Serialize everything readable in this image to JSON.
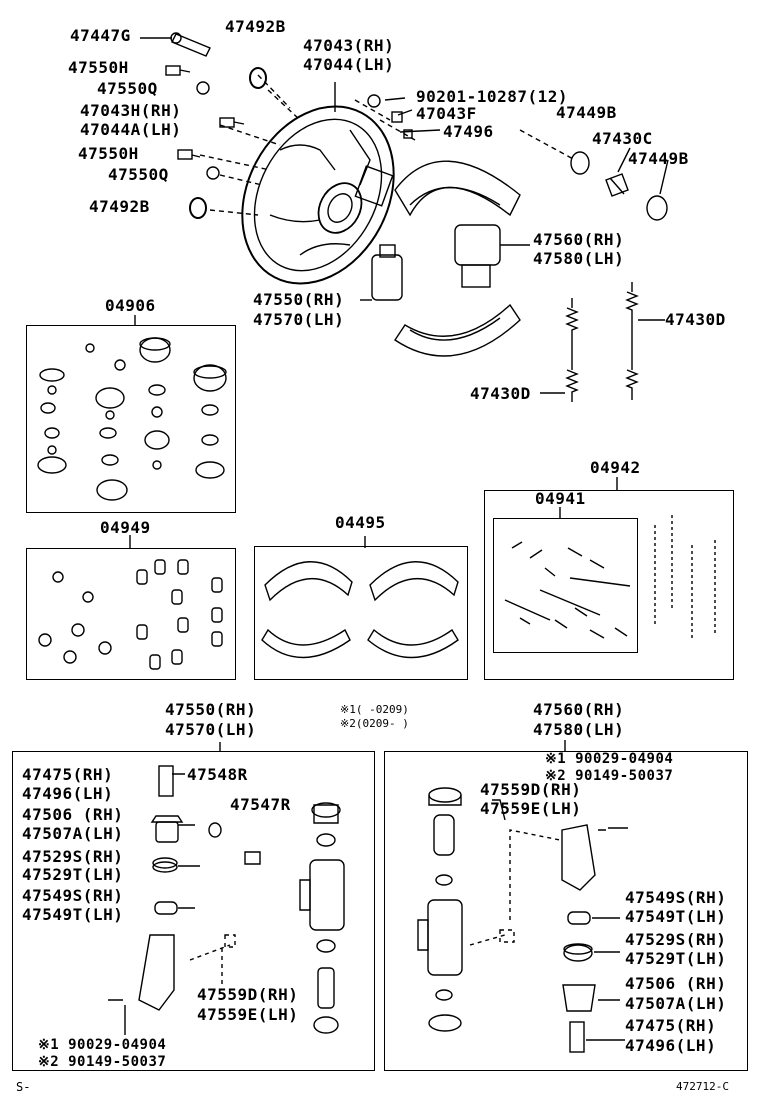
{
  "labels": {
    "l47447G": "47447G",
    "l47492B_a": "47492B",
    "l47043RH": "47043(RH)",
    "l47044LH": "47044(LH)",
    "l47550H_a": "47550H",
    "l47550Q_a": "47550Q",
    "l90201": "90201-10287(12)",
    "l47043H": "47043H(RH)",
    "l47043F": "47043F",
    "l47449B_a": "47449B",
    "l47044A": "47044A(LH)",
    "l47496_top": "47496",
    "l47430C": "47430C",
    "l47550H_b": "47550H",
    "l47449B_b": "47449B",
    "l47550Q_b": "47550Q",
    "l47492B_b": "47492B",
    "l47560RH_top": "47560(RH)",
    "l47580LH_top": "47580(LH)",
    "l04906": "04906",
    "l47550RH_mid": "47550(RH)",
    "l47570LH_mid": "47570(LH)",
    "l47430D_a": "47430D",
    "l47430D_b": "47430D",
    "l04942": "04942",
    "l04941": "04941",
    "l04949": "04949",
    "l04495": "04495",
    "l47550RH_bot": "47550(RH)",
    "l47570LH_bot": "47570(LH)",
    "l47560RH_bot": "47560(RH)",
    "l47580LH_bot": "47580(LH)",
    "note1": "※1(    -0209)",
    "note2": "※2(0209-    )",
    "l47475RH_L": "47475(RH)",
    "l47496LH_L": "47496(LH)",
    "l47548R": "47548R",
    "l47547R": "47547R",
    "l47506RH_L": "47506 (RH)",
    "l47507ALH_L": "47507A(LH)",
    "l47529SRH_L": "47529S(RH)",
    "l47529TLH_L": "47529T(LH)",
    "l47549SRH_L": "47549S(RH)",
    "l47549TLH_L": "47549T(LH)",
    "l47559DRH_L": "47559D(RH)",
    "l47559ELH_L": "47559E(LH)",
    "l90029_L": "※1 90029-04904",
    "l90149_L": "※2 90149-50037",
    "l90029_R": "※1 90029-04904",
    "l90149_R": "※2 90149-50037",
    "l47559DRH_R": "47559D(RH)",
    "l47559ELH_R": "47559E(LH)",
    "l47549SRH_R": "47549S(RH)",
    "l47549TLH_R": "47549T(LH)",
    "l47529SRH_R": "47529S(RH)",
    "l47529TLH_R": "47529T(LH)",
    "l47506RH_R": "47506 (RH)",
    "l47507ALH_R": "47507A(LH)",
    "l47475RH_R": "47475(RH)",
    "l47496LH_R": "47496(LH)",
    "footer_left": "S-",
    "footer_right": "472712-C"
  }
}
